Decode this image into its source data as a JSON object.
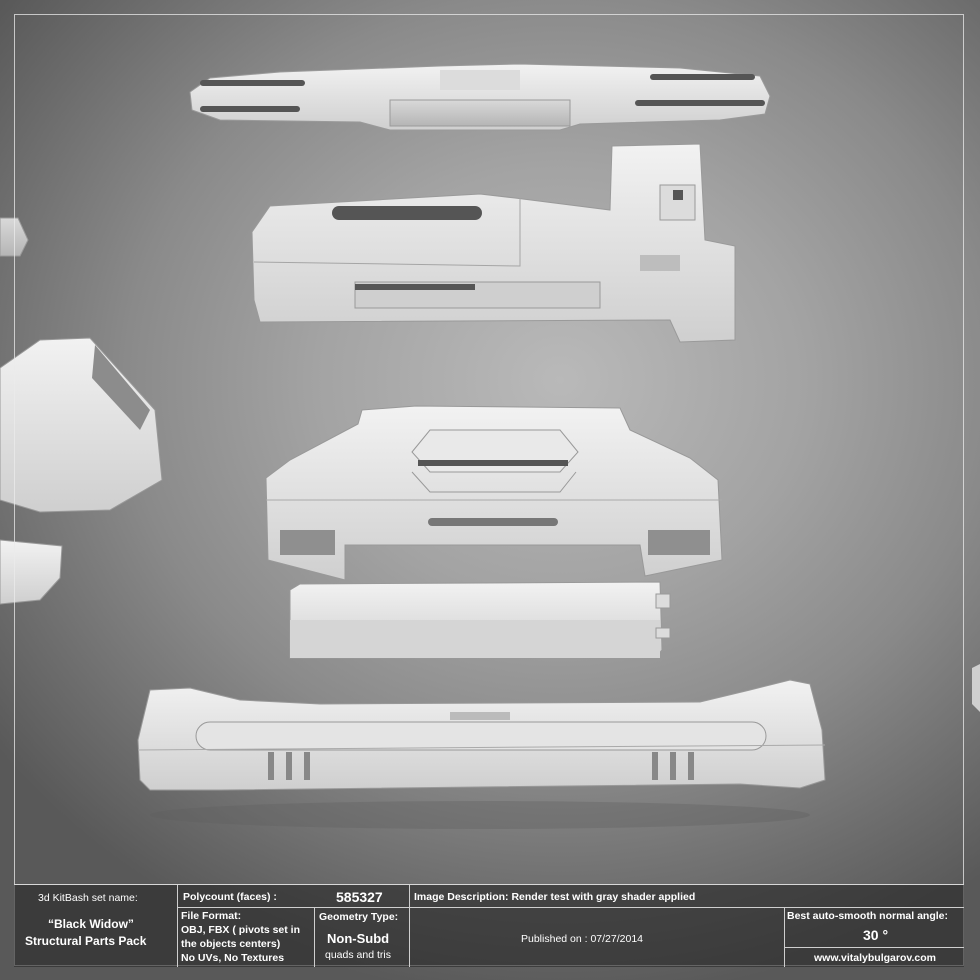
{
  "info_panel": {
    "set_name_label": "3d KitBash set name:",
    "set_name_line1": "“Black Widow”",
    "set_name_line2": "Structural Parts Pack",
    "polycount_label": "Polycount (faces) :",
    "polycount_value": "585327",
    "file_format_label": "File Format:",
    "file_format_line1": "OBJ, FBX ( pivots set in",
    "file_format_line2": "the objects centers)",
    "file_format_line3": "No UVs, No Textures",
    "geometry_label": "Geometry Type:",
    "geometry_value": "Non-Subd",
    "geometry_sub": "quads and tris",
    "description": "Image Description:  Render test with gray shader applied",
    "published": "Published on : 07/27/2014",
    "smooth_label": "Best auto-smooth normal angle:",
    "smooth_value": "30 °",
    "website": "www.vitalybulgarov.com"
  },
  "colors": {
    "part_fill": "#e6e6e6",
    "part_shadow": "#bdbdbd",
    "panel_bg": "#3a3a3a"
  }
}
